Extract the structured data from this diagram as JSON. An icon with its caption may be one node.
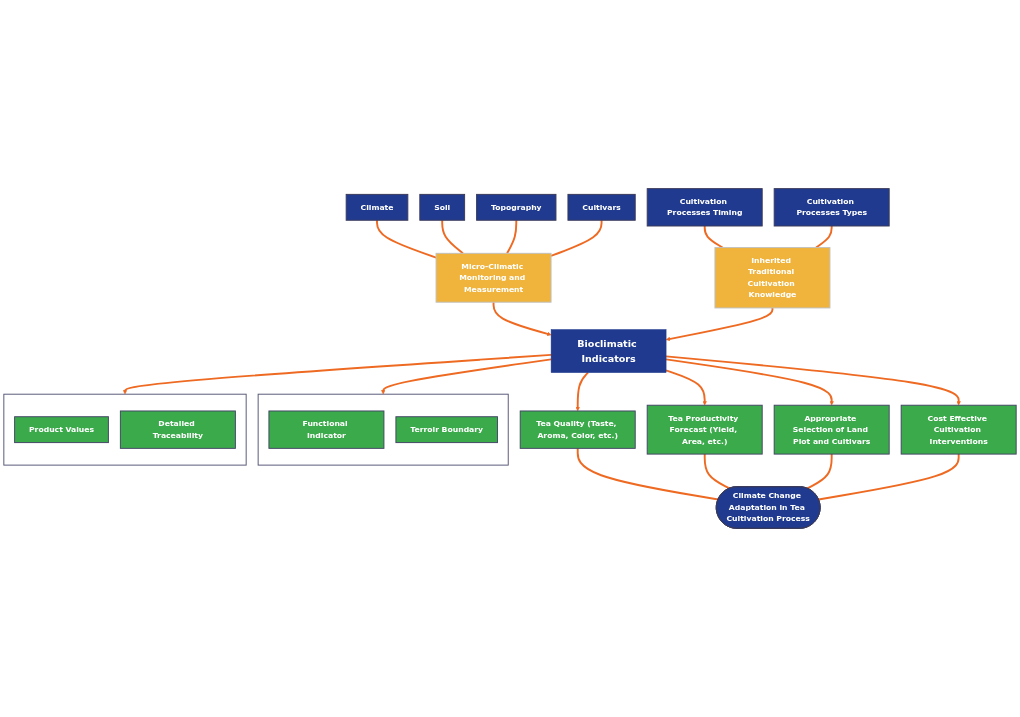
{
  "diagram": {
    "nodes": [
      {
        "text": [
          "Climate"
        ]
      },
      {
        "text": [
          "Soil"
        ]
      },
      {
        "text": [
          "Topography"
        ]
      },
      {
        "text": [
          "Cultivars"
        ]
      },
      {
        "text": [
          "Micro-Climatic Monitoring and Measurement"
        ]
      },
      {
        "text": [
          "Inherited Traditional Cultivation Knowledge"
        ]
      },
      {
        "text": [
          "Cultivation Processes Timing"
        ]
      },
      {
        "text": [
          "Cultivation Processes Types"
        ]
      },
      {
        "text": [
          "Bioclimatic Indicators"
        ]
      },
      {
        "text": [],
        "shape": "box"
      },
      {
        "text": [
          "Functional Indicator"
        ],
        "in": 9
      },
      {
        "text": [
          "Terroir Boundary"
        ],
        "in": 9
      },
      {
        "text": [],
        "shape": "box"
      },
      {
        "text": [
          "Product Values"
        ],
        "in": 12
      },
      {
        "text": [
          "Detailed Traceability"
        ],
        "in": 12
      },
      {
        "text": [
          "Tea Quality (Taste, Aroma, Color, etc.)"
        ]
      },
      {
        "text": [
          "Tea Productivity Forecast (Yield, Area, etc.)"
        ]
      },
      {
        "text": [
          "Appropriate Selection of Land Plot and Cultivars"
        ]
      },
      {
        "text": [
          "Cost Effective Cultivation Interventions"
        ]
      },
      {
        "text": [
          "Climate Change Adaptation in Tea Cultivation Process"
        ]
      }
    ],
    "edges": [
      {
        "from": 0,
        "to": 4,
        "arrow": "none"
      },
      {
        "from": 1,
        "to": 4,
        "arrow": "none"
      },
      {
        "from": 2,
        "to": 4,
        "arrow": "none"
      },
      {
        "from": 3,
        "to": 4,
        "arrow": "none"
      },
      {
        "from": 6,
        "to": 5,
        "arrow": "none"
      },
      {
        "from": 7,
        "to": 5,
        "arrow": "none"
      },
      {
        "from": 4,
        "to": 8,
        "arrow": "to"
      },
      {
        "from": 5,
        "to": 8,
        "arrow": "to"
      },
      {
        "from": 8,
        "to": 9,
        "arrow": "to"
      },
      {
        "from": 8,
        "to": 12,
        "arrow": "to"
      },
      {
        "from": 8,
        "to": 15,
        "arrow": "to"
      },
      {
        "from": 8,
        "to": 16,
        "arrow": "to"
      },
      {
        "from": 8,
        "to": 17,
        "arrow": "to"
      },
      {
        "from": 8,
        "to": 18,
        "arrow": "to"
      },
      {
        "from": 15,
        "to": 19,
        "arrow": "none"
      },
      {
        "from": 16,
        "to": 19,
        "arrow": "none"
      },
      {
        "from": 17,
        "to": 19,
        "arrow": "none"
      },
      {
        "from": 18,
        "to": 19,
        "arrow": "none"
      }
    ]
  }
}
